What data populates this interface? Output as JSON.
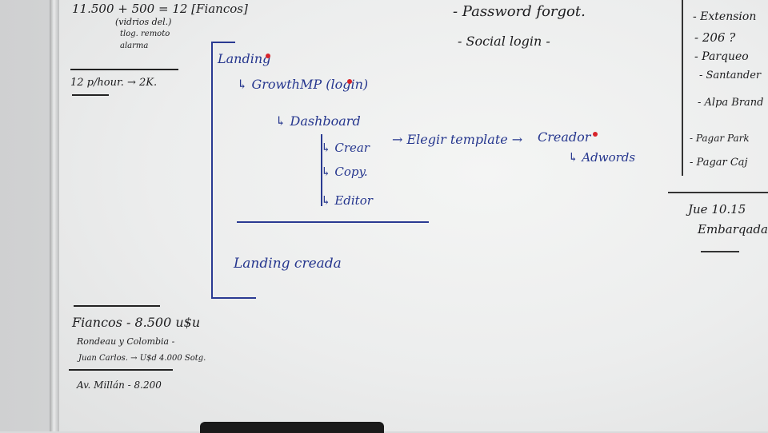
{
  "top_left": {
    "line1": "11.500 + 500 = 12 [Fiancos]",
    "line2": "(vidrios del.)",
    "line3": "tlog. remoto",
    "line4": "alarma",
    "rate": "12 p/hour. → 2K."
  },
  "top_center": {
    "item1": "- Password forgot.",
    "item2": "- Social login -"
  },
  "right_list": {
    "items": [
      "- Extension",
      "- 206 ?",
      "- Parqueo",
      "- Santander",
      "- Alpa Brand",
      "- Pagar Park",
      "- Pagar Caj"
    ],
    "date_line1": "Jue 10.15",
    "date_line2": "Embarqada"
  },
  "flow": {
    "landing": "Landing",
    "growth": "↳ GrowthMP (login)",
    "dashboard": "↳ Dashboard",
    "crear": "↳ Crear",
    "copy": "↳ Copy.",
    "editor": "↳ Editor",
    "elegir": "→ Elegir template →",
    "creador": "Creador",
    "adwords": "↳ Adwords",
    "landing_creada": "Landing creada"
  },
  "bottom_left": {
    "fiancos": "Fiancos - 8.500 u$u",
    "rondeau": "Rondeau y Colombia -",
    "juan": "Juan Carlos. → U$d 4.000 Sotg.",
    "millan": "Av. Millán - 8.200"
  }
}
